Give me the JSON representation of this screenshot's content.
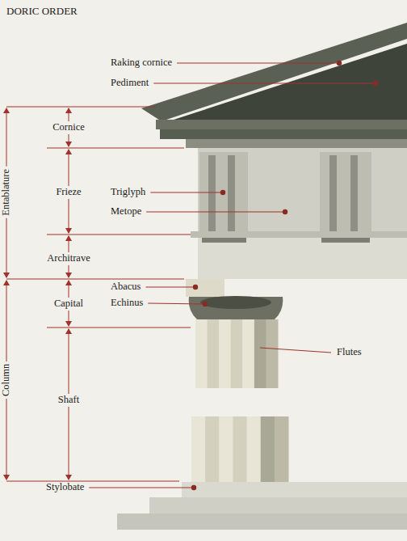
{
  "diagram": {
    "title": "DORIC ORDER",
    "labels": [
      "Raking cornice",
      "Pediment",
      "Entablature",
      "Cornice",
      "Frieze",
      "Triglyph",
      "Metope",
      "Architrave",
      "Abacus",
      "Capital",
      "Echinus",
      "Column",
      "Shaft",
      "Flutes",
      "Stylobate"
    ]
  }
}
